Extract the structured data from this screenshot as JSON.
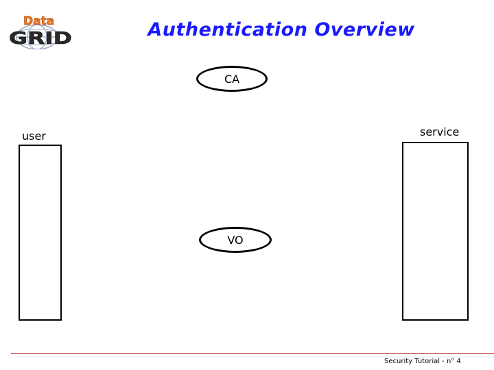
{
  "header": {
    "logo_text_top": "Data",
    "logo_text_bottom": "GRID",
    "title": "Authentication Overview"
  },
  "diagram": {
    "ca_label": "CA",
    "vo_label": "VO",
    "user_label": "user",
    "service_label": "service"
  },
  "footer": {
    "text": "Security Tutorial - n° 4"
  },
  "colors": {
    "title": "#1a1aff",
    "logo_data": "#f07820",
    "logo_grid": "#1a1a1a",
    "footer_line": "#b52020"
  }
}
